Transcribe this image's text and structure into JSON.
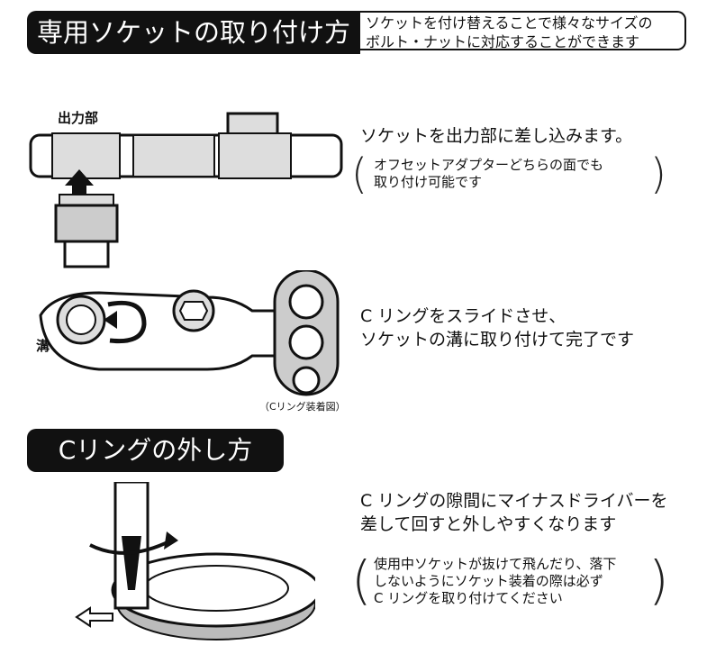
{
  "header": {
    "title": "専用ソケットの取り付け方",
    "subtitle_line1": "ソケットを付け替えることで様々なサイズの",
    "subtitle_line2": "ボルト・ナットに対応することができます"
  },
  "step1": {
    "label_output": "出力部",
    "instruction": "ソケットを出力部に差し込みます。",
    "note_line1": "オフセットアダプターどちらの面でも",
    "note_line2": "取り付け可能です"
  },
  "step2": {
    "label_groove": "溝",
    "instruction_line1": "C リングをスライドさせ、",
    "instruction_line2": "ソケットの溝に取り付けて完了です",
    "caption": "（Cリング装着図）"
  },
  "removal": {
    "title": "Cリングの外し方",
    "instruction_line1": "C リングの隙間にマイナスドライバーを",
    "instruction_line2": "差して回すと外しやすくなります",
    "note_line1": "使用中ソケットが抜けて飛んだり、落下",
    "note_line2": "しないようにソケット装着の際は必ず",
    "note_line3": "C リングを取り付けてください"
  }
}
